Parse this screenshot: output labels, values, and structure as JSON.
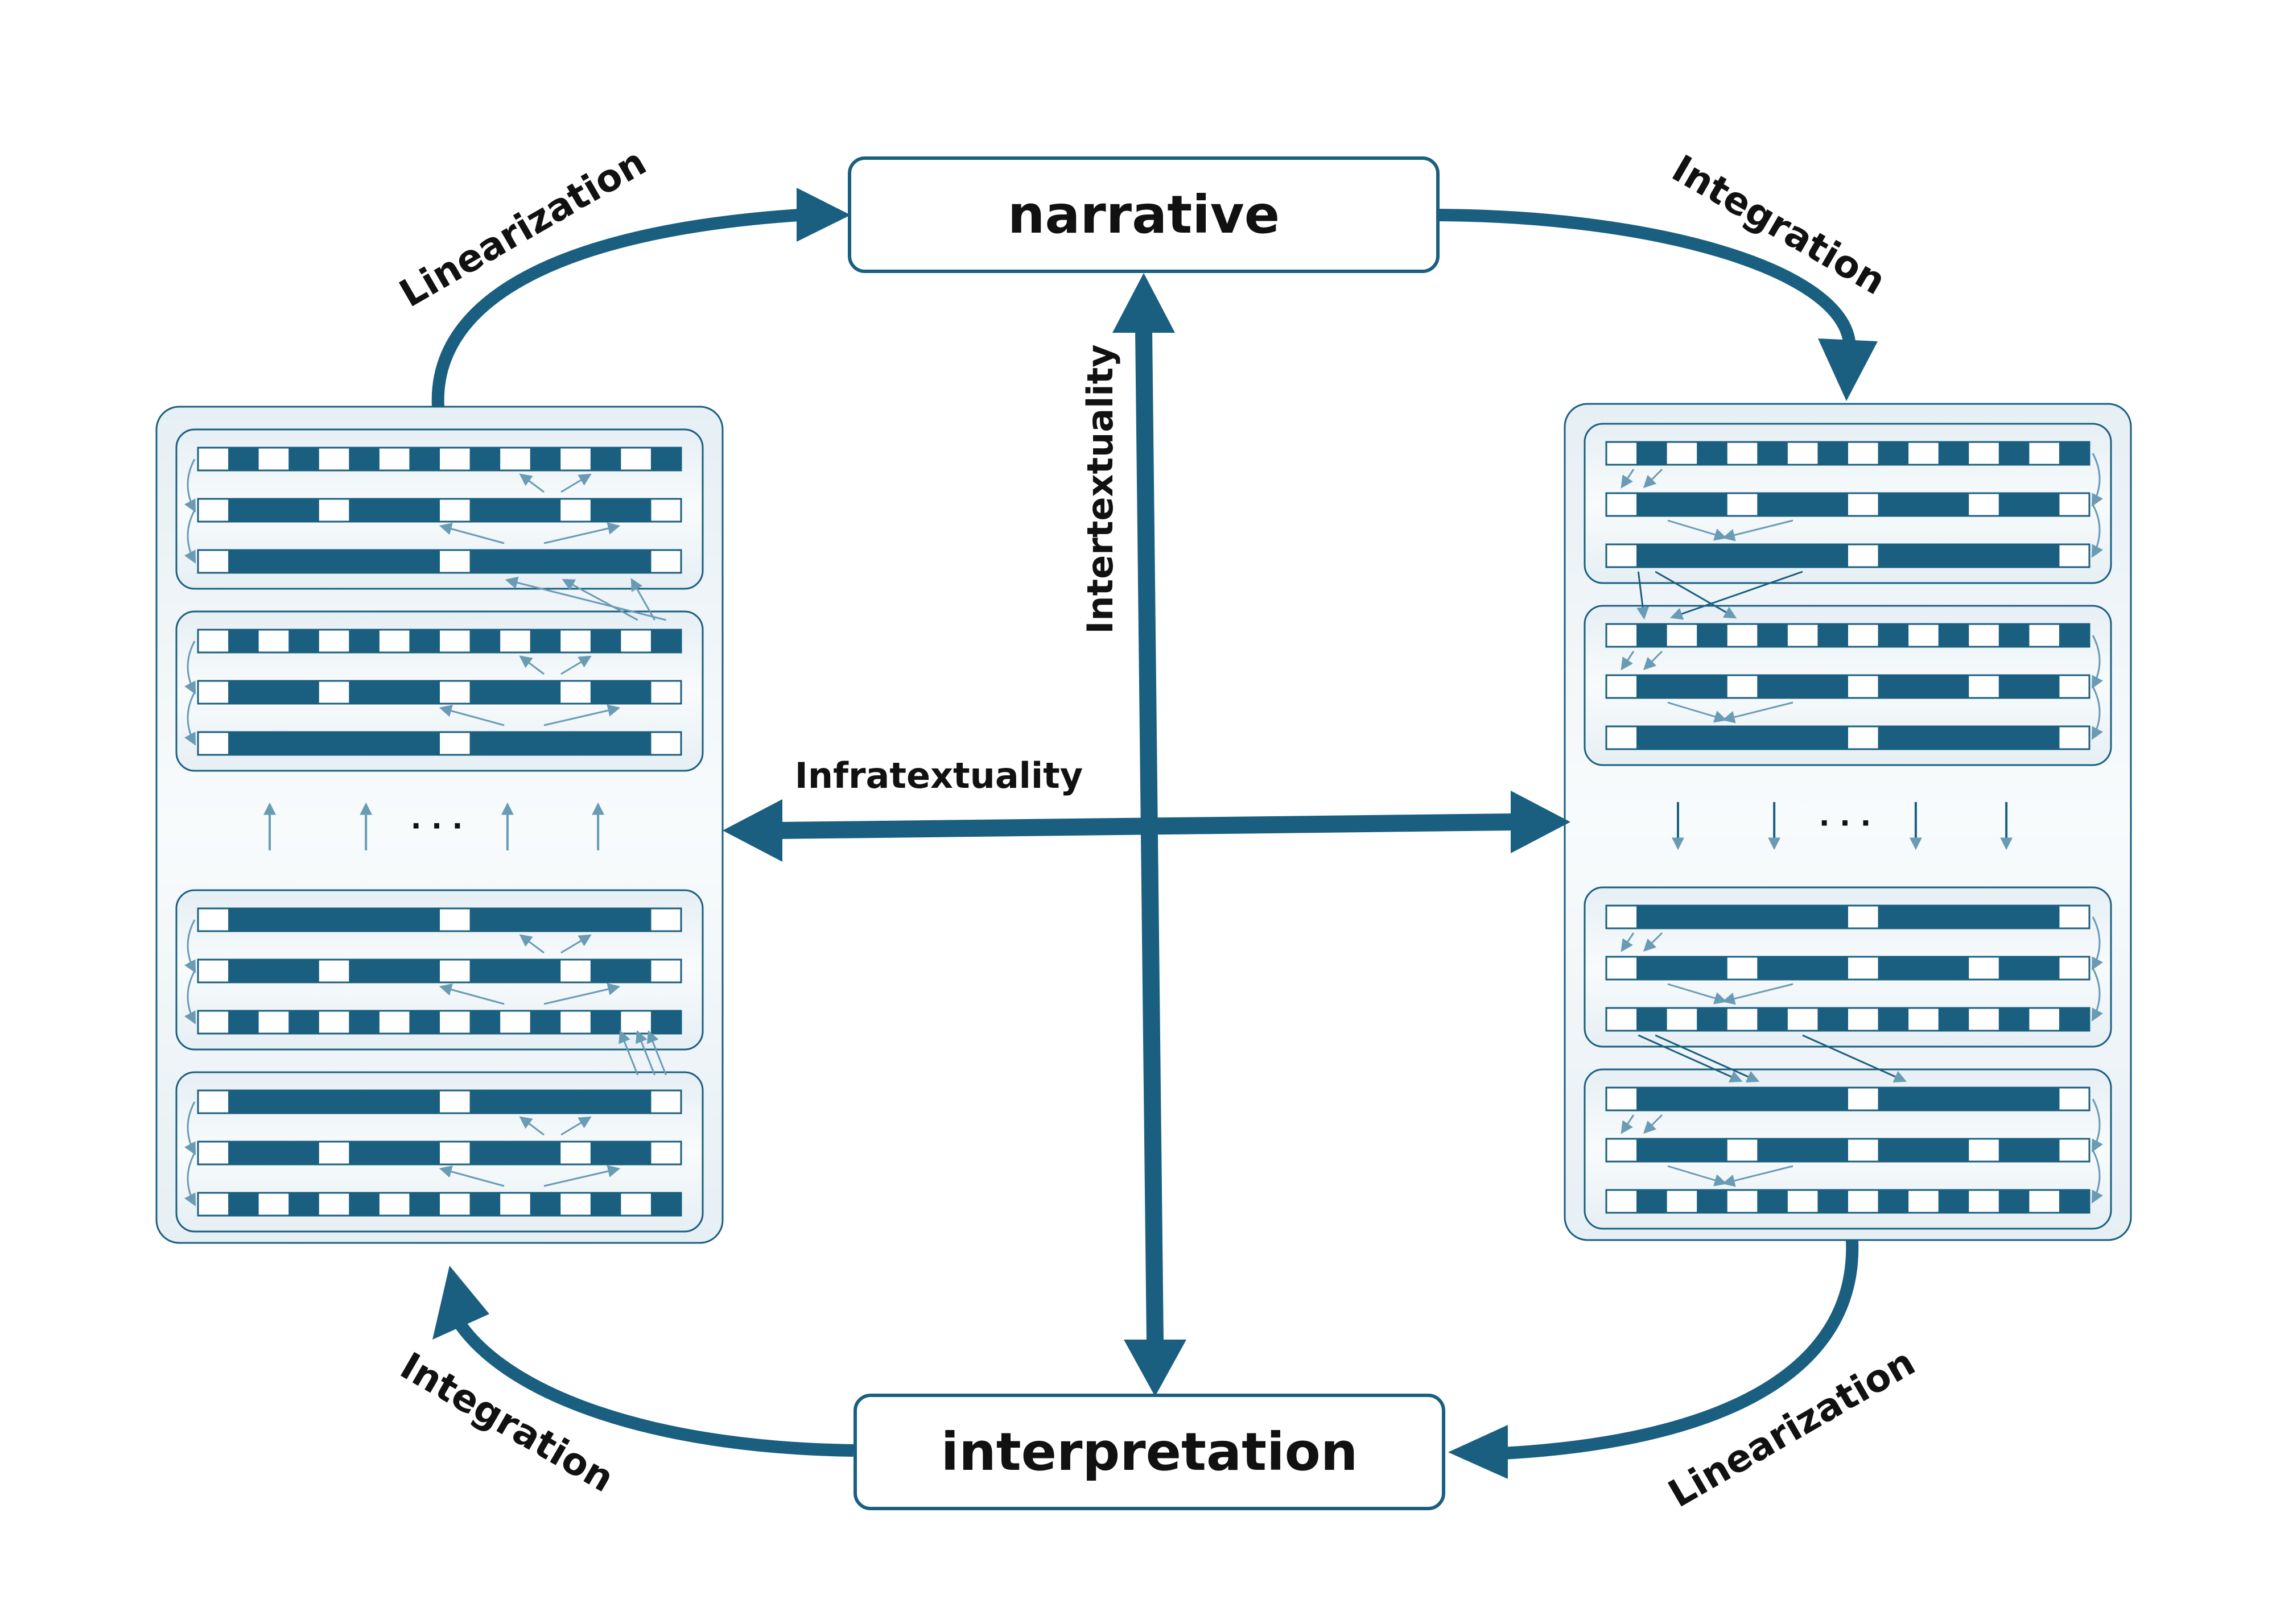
{
  "colors": {
    "primary": "#1a5f80",
    "light_arrow": "#6a9bb5",
    "panel_fill": "#e6eff4",
    "text": "#111111"
  },
  "nodes": {
    "narrative": "narrative",
    "interpretation": "interpretation"
  },
  "edges": [
    {
      "from": "left-stack",
      "to": "narrative",
      "label": "Linearization"
    },
    {
      "from": "narrative",
      "to": "right-stack",
      "label": "Integration"
    },
    {
      "from": "right-stack",
      "to": "interpretation",
      "label": "Linearization"
    },
    {
      "from": "interpretation",
      "to": "left-stack",
      "label": "Integration"
    }
  ],
  "axes": {
    "vertical_label": "Intertextuality",
    "horizontal_label": "Infratextuality"
  },
  "panels": {
    "left": {
      "flow": "up",
      "ellipsis": "· · ·"
    },
    "right": {
      "flow": "down",
      "ellipsis": "· · ·"
    }
  }
}
